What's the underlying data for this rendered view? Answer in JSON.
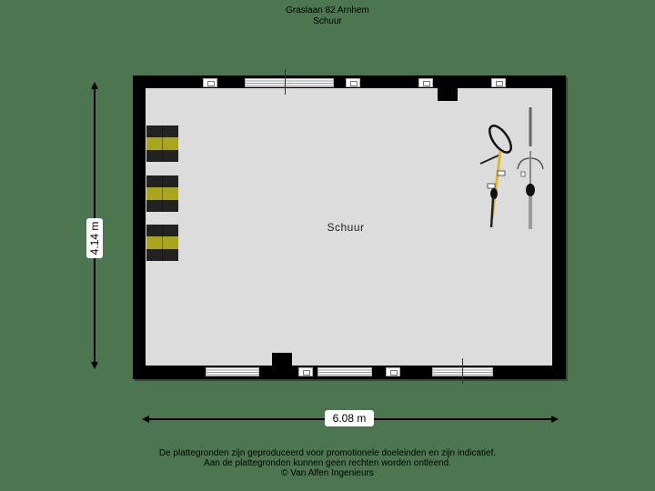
{
  "header": {
    "address": "Graslaan 82 Arnhem",
    "floor_name": "Schuur"
  },
  "floorplan": {
    "room_label": "Schuur",
    "colors": {
      "background": "#4b7650",
      "wall": "#000000",
      "floor": "#dcdcdc",
      "rack_yellow": "#a9a51c",
      "bike_yellow": "#e0b81c"
    },
    "furniture": [
      {
        "type": "bike-rack",
        "count": 3
      },
      {
        "type": "bicycle",
        "color": "yellow"
      },
      {
        "type": "bicycle",
        "color": "grey"
      }
    ]
  },
  "dimensions": {
    "height_label": "4.14 m",
    "width_label": "6.08 m"
  },
  "footer": {
    "line1": "De plattegronden zijn geproduceerd voor promotionele doeleinden en zijn indicatief.",
    "line2": "Aan de plattegronden kunnen geen rechten worden ontleend.",
    "line3": "© Van Alfen Ingenieurs"
  }
}
